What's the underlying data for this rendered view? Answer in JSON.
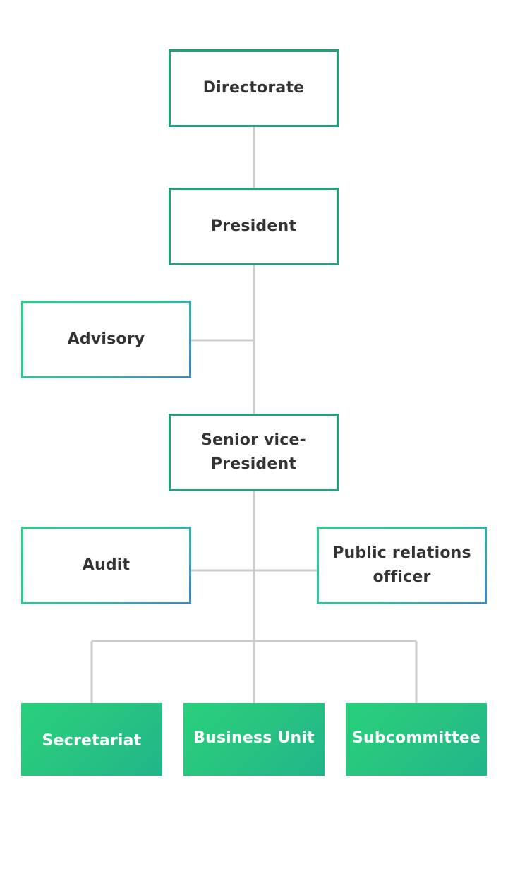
{
  "nodes": {
    "directorate": "Directorate",
    "president": "President",
    "advisory": "Advisory",
    "senior_vice_president_line1": "Senior vice-",
    "senior_vice_president_line2": "President",
    "audit": "Audit",
    "public_relations_line1": "Public relations",
    "public_relations_line2": "officer",
    "secretariat": "Secretariat",
    "business_unit": "Business Unit",
    "subcommittee": "Subcommittee"
  },
  "colors": {
    "main_border": "#21a07c",
    "side_border_start": "#2ad08e",
    "side_border_end": "#3d86c8",
    "filled_start": "#29d07c",
    "filled_end": "#21b58b",
    "connector": "#cccccc",
    "text": "#333333"
  }
}
